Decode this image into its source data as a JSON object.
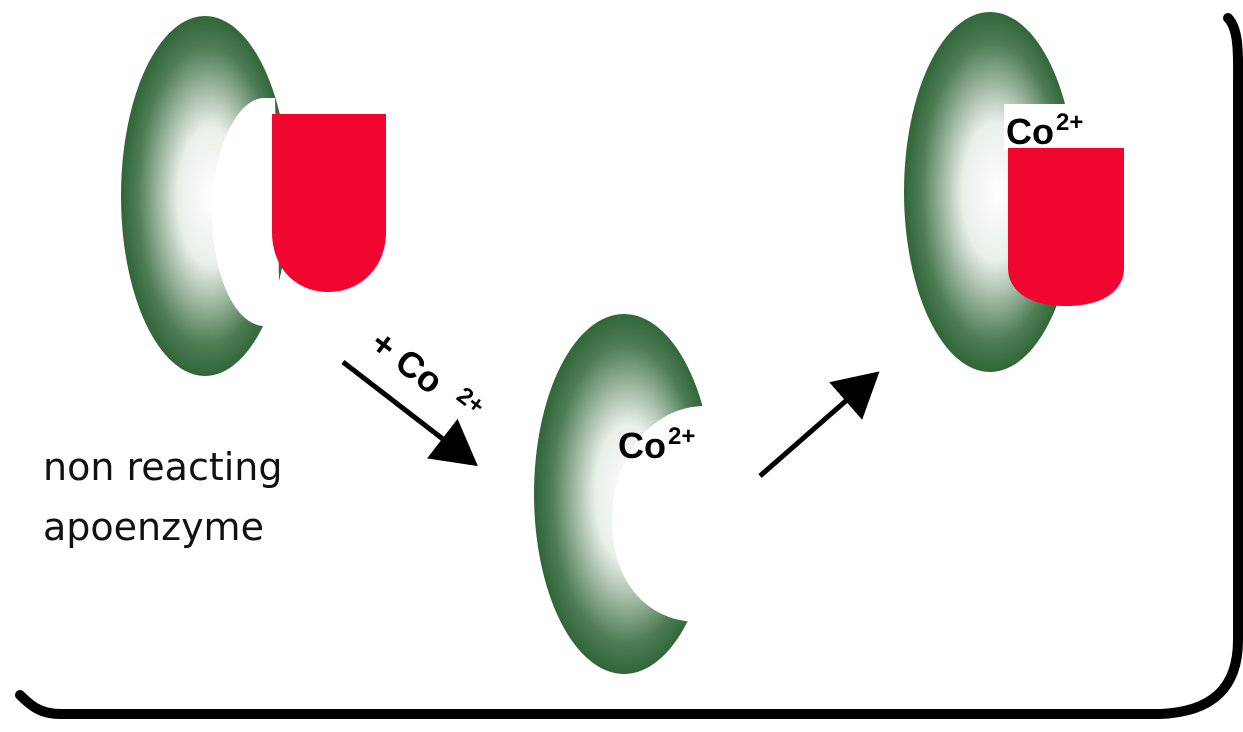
{
  "labels": {
    "description_line1": "non reacting",
    "description_line2": "apoenzyme",
    "step_label_prefix": "+ Co",
    "step_label_charge": "2+",
    "ion_middle_base": "Co",
    "ion_middle_charge": "2+",
    "ion_right_base": "Co",
    "ion_right_charge": "2+"
  },
  "colors": {
    "enzyme_dark": "#1f5a28",
    "enzyme_light": "#ffffff",
    "substrate": "#f0062e",
    "frame": "#000000",
    "arrow": "#000000"
  },
  "icons": {
    "apoenzyme": "enzyme-crescent-icon",
    "substrate": "substrate-u-shape-icon",
    "reaction_arrow": "arrow-icon"
  }
}
